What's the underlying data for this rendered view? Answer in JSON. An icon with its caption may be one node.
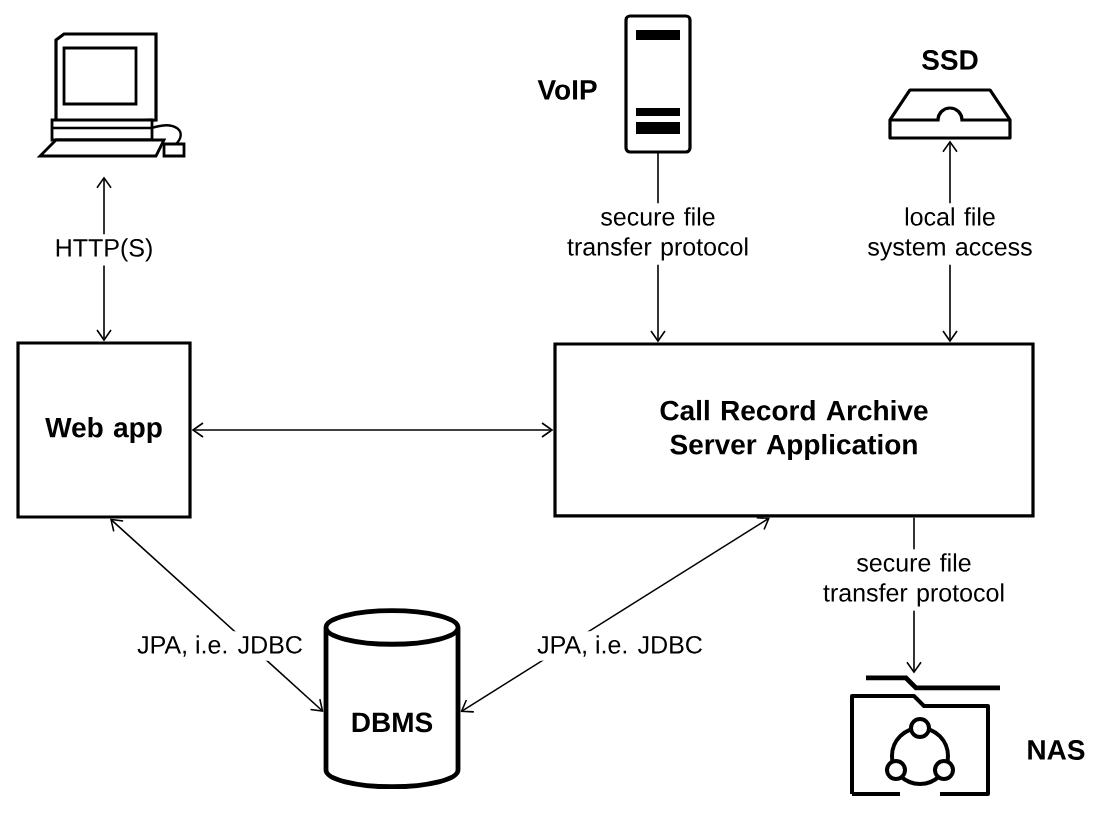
{
  "diagram": {
    "nodes": [
      {
        "text": [],
        "shape": "picture"
      },
      {
        "text": [
          "VoIP"
        ]
      },
      {
        "text": [
          "SSD"
        ]
      },
      {
        "text": [
          "Web app"
        ]
      },
      {
        "text": [
          "Call Record Archive Server Application"
        ]
      },
      {
        "text": [
          "DBMS"
        ]
      },
      {
        "text": [
          "NAS"
        ]
      }
    ],
    "edges": [
      {
        "from": 0,
        "to": 3,
        "arrow": "both",
        "label": "HTTP(S)"
      },
      {
        "from": 1,
        "to": 4,
        "arrow": "to",
        "label": "secure file transfer protocol"
      },
      {
        "from": 2,
        "to": 4,
        "arrow": "both",
        "label": "local file system access"
      },
      {
        "from": 3,
        "to": 4,
        "arrow": "both"
      },
      {
        "from": 3,
        "to": 5,
        "arrow": "both",
        "label": "JPA, i.e. JDBC"
      },
      {
        "from": 4,
        "to": 5,
        "arrow": "both",
        "label": "JPA, i.e. JDBC"
      },
      {
        "from": 4,
        "to": 6,
        "arrow": "to",
        "label": "secure file transfer protocol"
      }
    ]
  }
}
